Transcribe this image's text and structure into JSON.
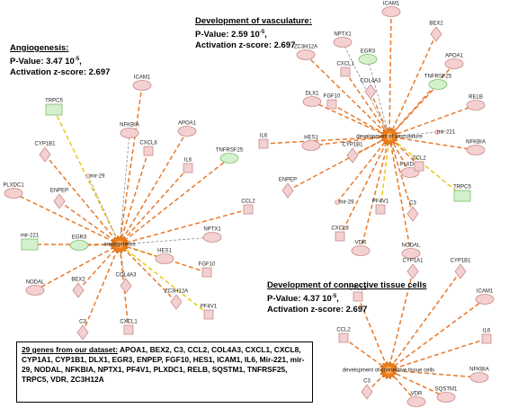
{
  "panels": [
    {
      "id": "angiogenesis",
      "title": "Angiogenesis:",
      "pvalue_label": "P-Value: ",
      "pvalue_mantissa": "3.47 10",
      "pvalue_exp": "-5",
      "pvalue_suffix": ",",
      "zscore": "Activation z-score: 2.697",
      "hub_label": "angiogenesis"
    },
    {
      "id": "vasculature",
      "title": "Development of vasculature:",
      "pvalue_label": "P-Value: ",
      "pvalue_mantissa": "2.59 10",
      "pvalue_exp": "-5",
      "pvalue_suffix": ",",
      "zscore": "Activation z-score: 2.697",
      "hub_label": "development of vasculature"
    },
    {
      "id": "connective",
      "title": "Development of connective tissue cells",
      "pvalue_label": "P-Value: ",
      "pvalue_mantissa": "4.37 10",
      "pvalue_exp": "-5",
      "pvalue_suffix": ",",
      "zscore": "Activation z-score: 2.697",
      "hub_label": "development of connective tissue cells"
    }
  ],
  "gene_box": {
    "title": "29 genes from our dataset:",
    "text": " APOA1, BEX2, C3, CCL2, COL4A3, CXCL1, CXCL8, CYP1A1, CYP1B1, DLX1, EGR3, ENPEP, FGF10, HES1, ICAM1, IL6, Mir-221, mir-29, NODAL, NFKBIA, NPTX1, PF4V1, PLXDC1, RELB, SQSTM1, TNFRSF25, TRPC5, VDR, ZC3H12A"
  },
  "colors": {
    "hub": "#f07d1a",
    "edge_orange": "#e8792a",
    "edge_yellow": "#e8c81a",
    "edge_gray": "#8a8a8a",
    "node_fill": "#f4d0d0",
    "node_stroke": "#c98a8a",
    "green_fill": "#d4f0cc",
    "green_stroke": "#7bbf6a"
  },
  "networks": [
    {
      "id": "angiogenesis",
      "nodes": [
        {
          "label": "TRPC5",
          "shape": "green-rect"
        },
        {
          "label": "ICAM1",
          "shape": "ellipse"
        },
        {
          "label": "NFKBIA",
          "shape": "ellipse"
        },
        {
          "label": "APOA1",
          "shape": "ellipse"
        },
        {
          "label": "CYP1B1",
          "shape": "diamond"
        },
        {
          "label": "CXCL8",
          "shape": "square"
        },
        {
          "label": "TNFRSF25",
          "shape": "green-ellipse"
        },
        {
          "label": "mir-29",
          "shape": "small"
        },
        {
          "label": "IL6",
          "shape": "square"
        },
        {
          "label": "PLXDC1",
          "shape": "ellipse"
        },
        {
          "label": "ENPEP",
          "shape": "diamond"
        },
        {
          "label": "CCL2",
          "shape": "square"
        },
        {
          "label": "mir-221",
          "shape": "green-rect"
        },
        {
          "label": "NPTX1",
          "shape": "ellipse"
        },
        {
          "label": "EGR3",
          "shape": "green-ellipse"
        },
        {
          "label": "HES1",
          "shape": "ellipse"
        },
        {
          "label": "NODAL",
          "shape": "ellipse"
        },
        {
          "label": "FGF10",
          "shape": "square"
        },
        {
          "label": "BEX2",
          "shape": "diamond"
        },
        {
          "label": "COL4A3",
          "shape": "diamond"
        },
        {
          "label": "ZC3H12A",
          "shape": "diamond"
        },
        {
          "label": "PF4V1",
          "shape": "square"
        },
        {
          "label": "C3",
          "shape": "diamond"
        },
        {
          "label": "CXCL1",
          "shape": "square"
        }
      ]
    },
    {
      "id": "vasculature",
      "nodes": [
        {
          "label": "ICAM1",
          "shape": "ellipse"
        },
        {
          "label": "NPTX1",
          "shape": "ellipse"
        },
        {
          "label": "BEX2",
          "shape": "diamond"
        },
        {
          "label": "ZC3H12A",
          "shape": "ellipse"
        },
        {
          "label": "EGR3",
          "shape": "green-ellipse"
        },
        {
          "label": "CXCL1",
          "shape": "square"
        },
        {
          "label": "APOA1",
          "shape": "ellipse"
        },
        {
          "label": "TNFRSF25",
          "shape": "green-ellipse"
        },
        {
          "label": "COL4A3",
          "shape": "diamond"
        },
        {
          "label": "DLX1",
          "shape": "ellipse"
        },
        {
          "label": "FGF10",
          "shape": "square"
        },
        {
          "label": "RELB",
          "shape": "ellipse"
        },
        {
          "label": "IL6",
          "shape": "square"
        },
        {
          "label": "HES1",
          "shape": "ellipse"
        },
        {
          "label": "mir-221",
          "shape": "small"
        },
        {
          "label": "NFKBIA",
          "shape": "ellipse"
        },
        {
          "label": "CYP1B1",
          "shape": "diamond"
        },
        {
          "label": "PLXDC1",
          "shape": "ellipse"
        },
        {
          "label": "CCL2",
          "shape": "square"
        },
        {
          "label": "ENPEP",
          "shape": "diamond"
        },
        {
          "label": "mir-29",
          "shape": "small"
        },
        {
          "label": "PF4V1",
          "shape": "square"
        },
        {
          "label": "TRPC5",
          "shape": "green-rect"
        },
        {
          "label": "C3",
          "shape": "diamond"
        },
        {
          "label": "CXCL8",
          "shape": "square"
        },
        {
          "label": "VDR",
          "shape": "ellipse"
        },
        {
          "label": "NODAL",
          "shape": "ellipse"
        }
      ]
    },
    {
      "id": "connective",
      "nodes": [
        {
          "label": "CYP1A1",
          "shape": "diamond"
        },
        {
          "label": "CYP1B1",
          "shape": "diamond"
        },
        {
          "label": "CXCL8",
          "shape": "square"
        },
        {
          "label": "ICAM1",
          "shape": "ellipse"
        },
        {
          "label": "IL6",
          "shape": "square"
        },
        {
          "label": "CCL2",
          "shape": "square"
        },
        {
          "label": "NFKBIA",
          "shape": "ellipse"
        },
        {
          "label": "C3",
          "shape": "diamond"
        },
        {
          "label": "VDR",
          "shape": "ellipse"
        },
        {
          "label": "SQSTM1",
          "shape": "ellipse"
        }
      ]
    }
  ]
}
